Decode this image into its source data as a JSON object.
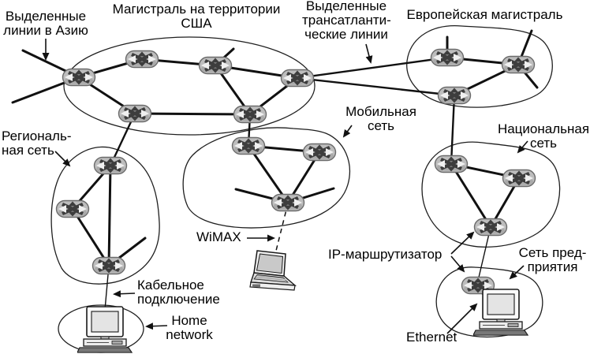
{
  "labels": {
    "asia_lines": "Выделенные\nлинии в Азию",
    "us_backbone": "Магистраль на территории\nСША",
    "transatlantic_lines": "Выделенные\nтрансатланти-\nческие линии",
    "european_backbone": "Европейская магистраль",
    "regional_network": "Региональ-\nная сеть",
    "mobile_network": "Мобильная\nсеть",
    "national_network": "Национальная\nсеть",
    "wimax": "WiMAX",
    "ip_router": "IP-маршрутизатор",
    "enterprise_network": "Сеть пред-\nприятия",
    "cable_connection": "Кабельное\nподключение",
    "home_network": "Home\nnetwork",
    "ethernet": "Ethernet"
  },
  "networks": [
    {
      "name": "Магистраль на территории США",
      "routers": 6
    },
    {
      "name": "Европейская магистраль",
      "routers": 3
    },
    {
      "name": "Региональная сеть",
      "routers": 3
    },
    {
      "name": "Мобильная сеть",
      "routers": 3
    },
    {
      "name": "Национальная сеть",
      "routers": 3
    },
    {
      "name": "Сеть предприятия",
      "routers": 1,
      "computers": 1
    },
    {
      "name": "Home network",
      "computers": 1
    }
  ],
  "icons": {
    "router": "router-icon",
    "desktop_computer": "desktop-computer-icon",
    "laptop": "laptop-icon",
    "pointer_arrow": "arrow-right-icon"
  },
  "colors": {
    "background": "#ffffff",
    "line": "#111111",
    "text": "#000000",
    "router_body": "#bdbdbd",
    "router_arrows": "#3d3d3d"
  }
}
